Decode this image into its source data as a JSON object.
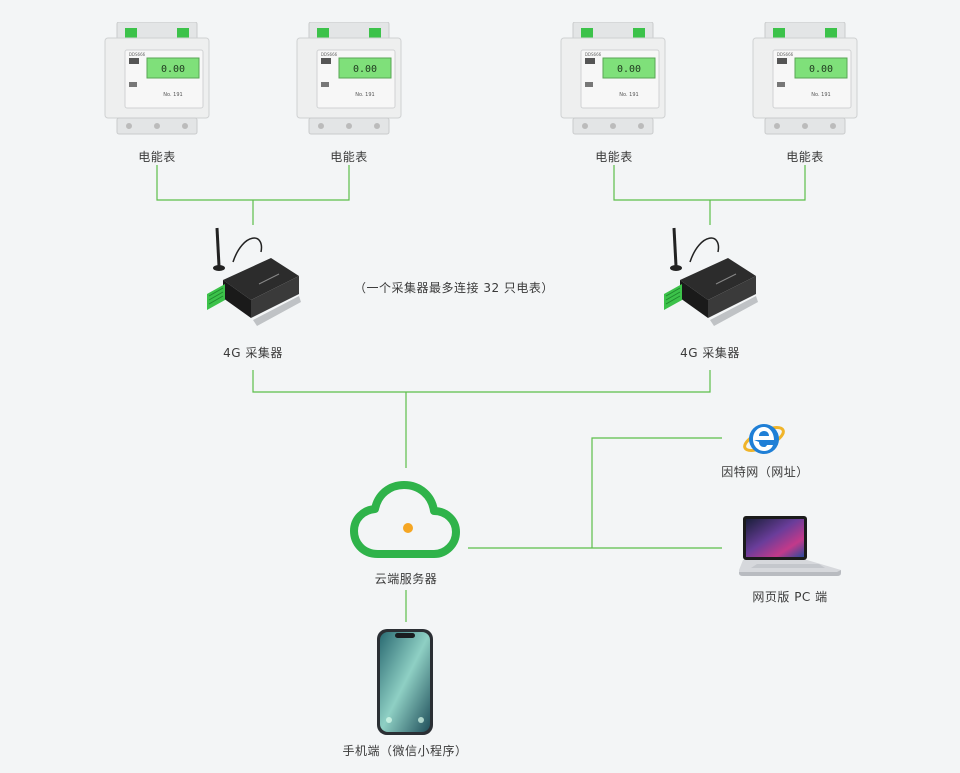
{
  "meters": [
    {
      "label": "电能表",
      "model": "DDS666",
      "reading": "0.00",
      "serial": "No. 191"
    },
    {
      "label": "电能表",
      "model": "DDS666",
      "reading": "0.00",
      "serial": "No. 191"
    },
    {
      "label": "电能表",
      "model": "DDS666",
      "reading": "0.00",
      "serial": "No. 191"
    },
    {
      "label": "电能表",
      "model": "DDS666",
      "reading": "0.00",
      "serial": "No. 191"
    }
  ],
  "collectors": [
    {
      "label": "4G 采集器"
    },
    {
      "label": "4G 采集器"
    }
  ],
  "note": "（一个采集器最多连接 32 只电表）",
  "cloud": {
    "label": "云端服务器"
  },
  "internet": {
    "label": "因特网（网址）"
  },
  "pc": {
    "label": "网页版 PC 端"
  },
  "phone": {
    "label": "手机端（微信小程序）"
  },
  "colors": {
    "line": "#5cbf4a",
    "cloud": "#2fb34a",
    "cloud_dot": "#f5a623",
    "meter_lcd": "#7fe07a",
    "terminal": "#3cc24a",
    "ie_blue": "#1f7fd6"
  }
}
